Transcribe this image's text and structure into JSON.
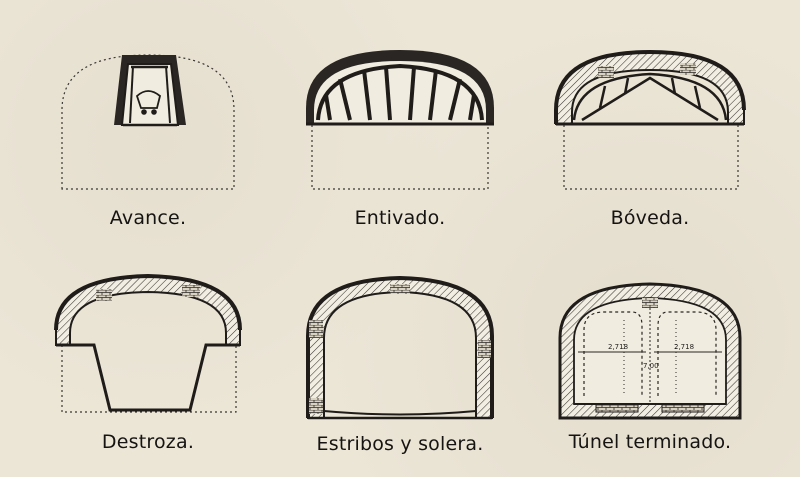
{
  "figure": {
    "panels": [
      {
        "id": "avance",
        "caption": "Avance."
      },
      {
        "id": "entivado",
        "caption": "Entivado."
      },
      {
        "id": "boveda",
        "caption": "Bóveda."
      },
      {
        "id": "destroza",
        "caption": "Destroza."
      },
      {
        "id": "estribos",
        "caption": "Estribos y solera."
      },
      {
        "id": "terminado",
        "caption": "Túnel terminado."
      }
    ],
    "dimension_labels": {
      "left_width": "2,718",
      "right_width": "2,718",
      "center_depth": "7,00"
    }
  }
}
